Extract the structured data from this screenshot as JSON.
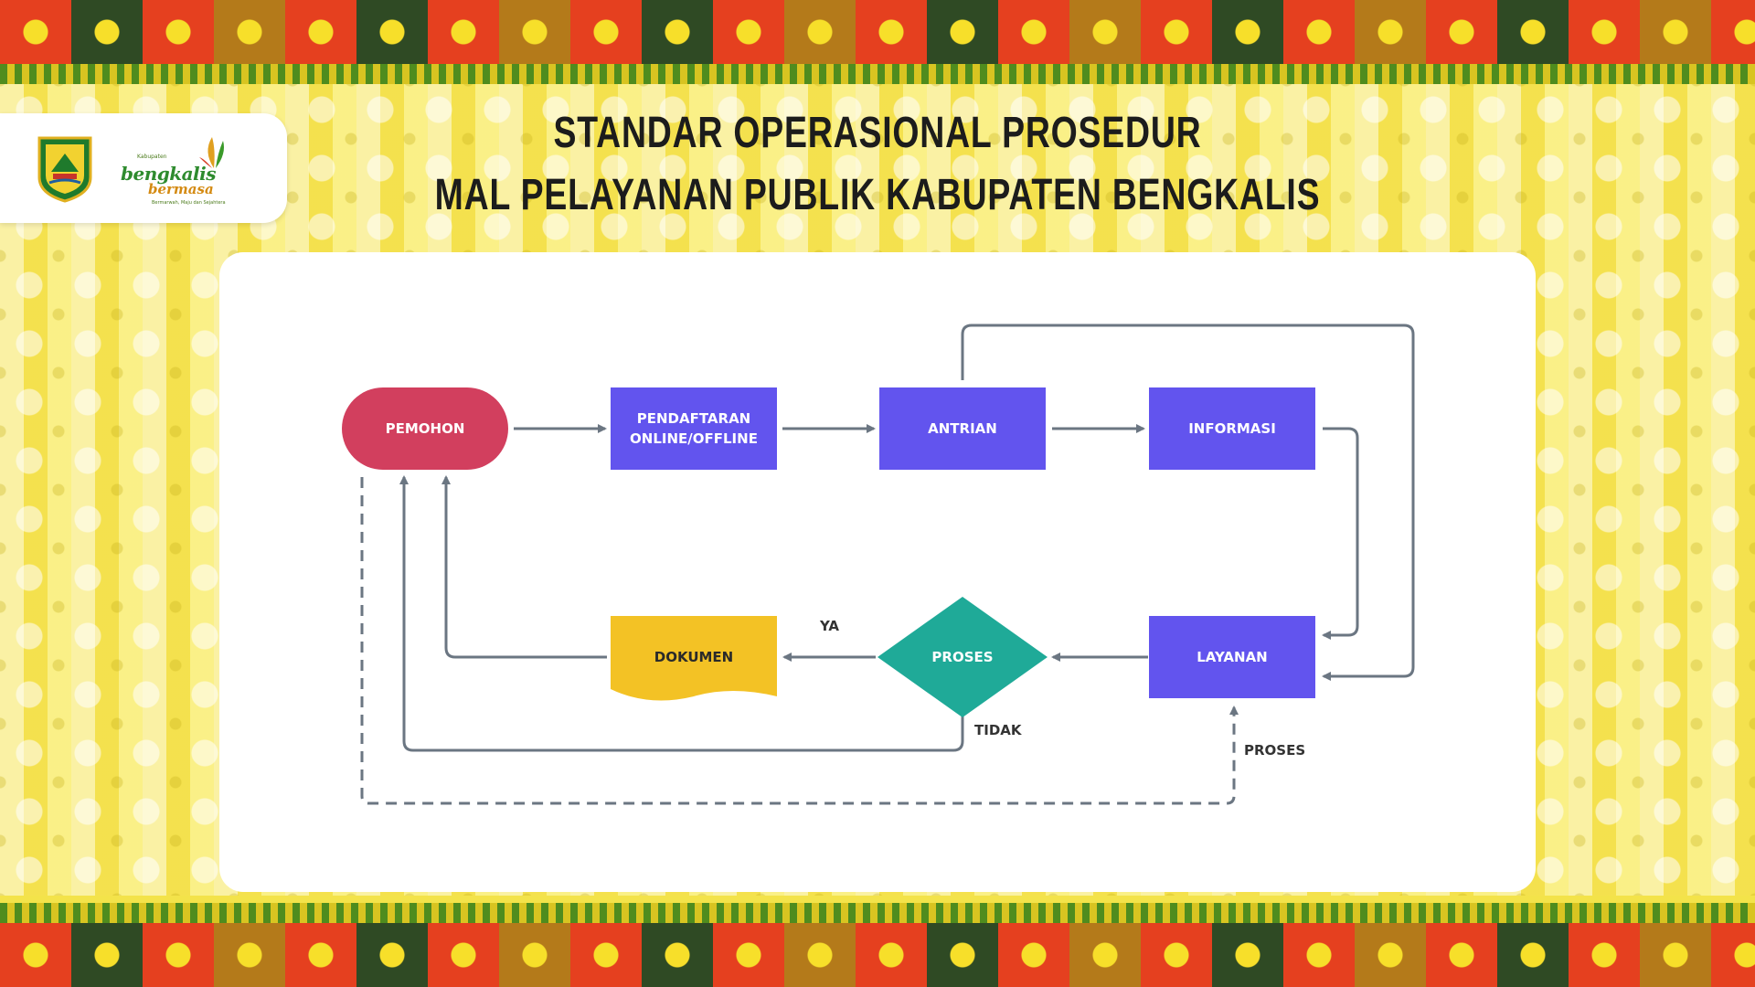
{
  "header": {
    "title_line1": "STANDAR OPERASIONAL PROSEDUR",
    "title_line2": "MAL PELAYANAN PUBLIK KABUPATEN BENGKALIS"
  },
  "logo": {
    "brand_small": "Kabupaten",
    "brand_main": "bengkalis",
    "brand_sub": "bermasa",
    "brand_tagline": "Bermarwah, Maju dan Sejahtera"
  },
  "diagram": {
    "nodes": {
      "pemohon": "PEMOHON",
      "pendaftaran_1": "PENDAFTARAN",
      "pendaftaran_2": "ONLINE/OFFLINE",
      "antrian": "ANTRIAN",
      "informasi": "INFORMASI",
      "layanan": "LAYANAN",
      "proses": "PROSES",
      "dokumen": "DOKUMEN"
    },
    "edge_labels": {
      "ya": "YA",
      "tidak": "TIDAK",
      "proses": "PROSES"
    },
    "colors": {
      "pemohon": "#d23f5e",
      "process": "#6254ee",
      "decision": "#1faa98",
      "document": "#f3c225",
      "connector": "#6b7682"
    }
  }
}
